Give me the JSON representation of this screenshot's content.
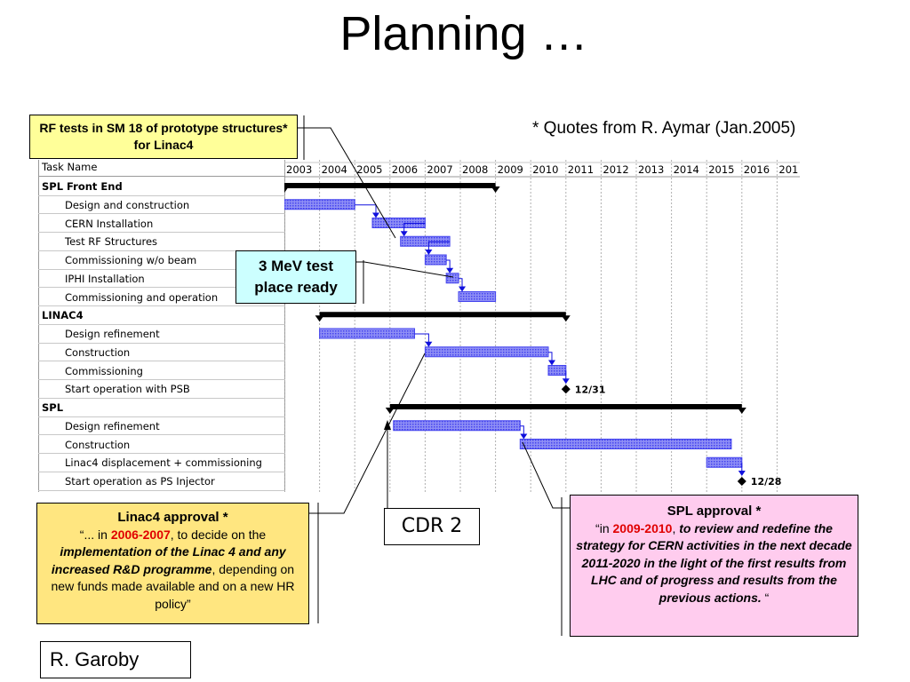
{
  "title": "Planning …",
  "quote_note": "* Quotes from R. Aymar (Jan.2005)",
  "callouts": {
    "rf_tests": "RF tests in SM 18 of prototype structures* for Linac4",
    "mev_ready_line1": "3 MeV test",
    "mev_ready_line2": "place ready",
    "cdr": "CDR 2",
    "author": "R. Garoby"
  },
  "linac_approval": {
    "heading": "Linac4 approval *",
    "q_open": "“... in ",
    "years": "2006-2007",
    "t1": ", to decide on the ",
    "em1": "implementation  of the Linac 4 and any increased R&D programme",
    "t2": ", depending on new funds made available and on a new HR policy”"
  },
  "spl_approval": {
    "heading": "SPL approval *",
    "q_open": "“in ",
    "years": "2009-2010",
    "t1": ", ",
    "em1": "to review and redefine the strategy for CERN activities in the next decade 2011-2020 in the light of the first results from LHC and of progress and results from the previous actions.",
    "t2": " “"
  },
  "gantt": {
    "header": "Task Name",
    "years": [
      "2003",
      "2004",
      "2005",
      "2006",
      "2007",
      "2008",
      "2009",
      "2010",
      "2011",
      "2012",
      "2013",
      "2014",
      "2015",
      "2016",
      "201"
    ],
    "rows": [
      {
        "name": "SPL Front End",
        "kind": "summary"
      },
      {
        "name": "Design and construction",
        "kind": "task"
      },
      {
        "name": "CERN Installation",
        "kind": "task"
      },
      {
        "name": "Test RF Structures",
        "kind": "task"
      },
      {
        "name": "Commissioning w/o beam",
        "kind": "task"
      },
      {
        "name": "IPHI Installation",
        "kind": "task"
      },
      {
        "name": "Commissioning and operation",
        "kind": "task"
      },
      {
        "name": "LINAC4",
        "kind": "summary"
      },
      {
        "name": "Design refinement",
        "kind": "task"
      },
      {
        "name": "Construction",
        "kind": "task"
      },
      {
        "name": "Commissioning",
        "kind": "task"
      },
      {
        "name": "Start operation with PSB",
        "kind": "milestone"
      },
      {
        "name": "SPL",
        "kind": "summary"
      },
      {
        "name": "Design refinement",
        "kind": "task"
      },
      {
        "name": "Construction",
        "kind": "task"
      },
      {
        "name": "Linac4 displacement + commissioning",
        "kind": "task"
      },
      {
        "name": "Start operation as PS Injector",
        "kind": "milestone"
      }
    ],
    "milestone_labels": {
      "linac4": "12/31",
      "spl": "12/28"
    },
    "colors": {
      "bar": "#4444ee",
      "summary": "#000000",
      "arrow": "#1010dd"
    }
  }
}
